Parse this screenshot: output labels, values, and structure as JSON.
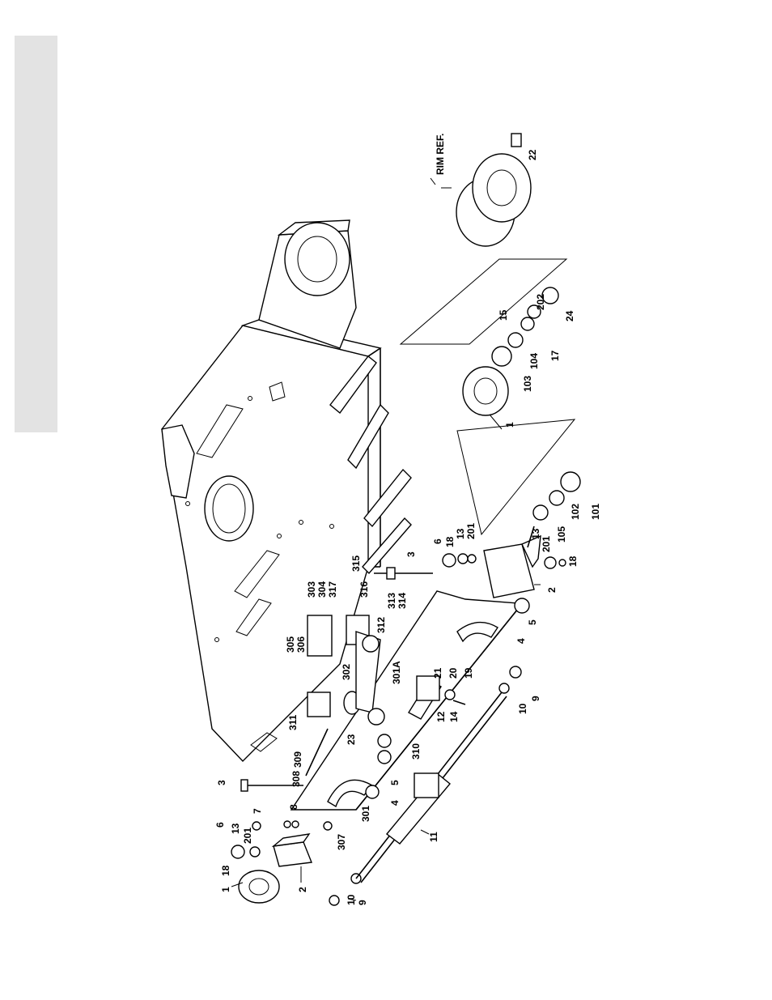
{
  "side_tab": {
    "color": "#e3e3e3"
  },
  "callouts": [
    {
      "id": "rim-ref",
      "text": "RIM REF."
    },
    {
      "id": "c22",
      "text": "22"
    },
    {
      "id": "c202",
      "text": "202"
    },
    {
      "id": "c15",
      "text": "15"
    },
    {
      "id": "c24",
      "text": "24"
    },
    {
      "id": "c104",
      "text": "104"
    },
    {
      "id": "c17",
      "text": "17"
    },
    {
      "id": "c103",
      "text": "103"
    },
    {
      "id": "c1-right",
      "text": "1"
    },
    {
      "id": "c101",
      "text": "101"
    },
    {
      "id": "c102",
      "text": "102"
    },
    {
      "id": "c105",
      "text": "105"
    },
    {
      "id": "c6-right",
      "text": "6"
    },
    {
      "id": "c18-right-top",
      "text": "18"
    },
    {
      "id": "c13-right-top",
      "text": "13"
    },
    {
      "id": "c201-right-top",
      "text": "201"
    },
    {
      "id": "c13-right-bottom",
      "text": "13"
    },
    {
      "id": "c201-right-bottom",
      "text": "201"
    },
    {
      "id": "c18-right-bottom",
      "text": "18"
    },
    {
      "id": "c2-right",
      "text": "2"
    },
    {
      "id": "c3-right",
      "text": "3"
    },
    {
      "id": "c5-right",
      "text": "5"
    },
    {
      "id": "c4-right",
      "text": "4"
    },
    {
      "id": "c315",
      "text": "315"
    },
    {
      "id": "c316",
      "text": "316"
    },
    {
      "id": "c313",
      "text": "313"
    },
    {
      "id": "c314",
      "text": "314"
    },
    {
      "id": "c312",
      "text": "312"
    },
    {
      "id": "c303",
      "text": "303"
    },
    {
      "id": "c304",
      "text": "304"
    },
    {
      "id": "c317",
      "text": "317"
    },
    {
      "id": "c305",
      "text": "305"
    },
    {
      "id": "c306",
      "text": "306"
    },
    {
      "id": "c302",
      "text": "302"
    },
    {
      "id": "c301a",
      "text": "301A"
    },
    {
      "id": "c21",
      "text": "21"
    },
    {
      "id": "c20",
      "text": "20"
    },
    {
      "id": "c19",
      "text": "19"
    },
    {
      "id": "c12",
      "text": "12"
    },
    {
      "id": "c14",
      "text": "14"
    },
    {
      "id": "c9-right",
      "text": "9"
    },
    {
      "id": "c10-right",
      "text": "10"
    },
    {
      "id": "c23",
      "text": "23"
    },
    {
      "id": "c310",
      "text": "310"
    },
    {
      "id": "c311",
      "text": "311"
    },
    {
      "id": "c309",
      "text": "309"
    },
    {
      "id": "c308",
      "text": "308"
    },
    {
      "id": "c3-left",
      "text": "3"
    },
    {
      "id": "c5-left",
      "text": "5"
    },
    {
      "id": "c4-left",
      "text": "4"
    },
    {
      "id": "c301",
      "text": "301"
    },
    {
      "id": "c307",
      "text": "307"
    },
    {
      "id": "c8",
      "text": "8"
    },
    {
      "id": "c7",
      "text": "7"
    },
    {
      "id": "c6-left",
      "text": "6"
    },
    {
      "id": "c13-left",
      "text": "13"
    },
    {
      "id": "c201-left",
      "text": "201"
    },
    {
      "id": "c18-left",
      "text": "18"
    },
    {
      "id": "c1-left",
      "text": "1"
    },
    {
      "id": "c2-left",
      "text": "2"
    },
    {
      "id": "c11",
      "text": "11"
    },
    {
      "id": "c10-left",
      "text": "10"
    },
    {
      "id": "c9-left",
      "text": "9"
    }
  ]
}
